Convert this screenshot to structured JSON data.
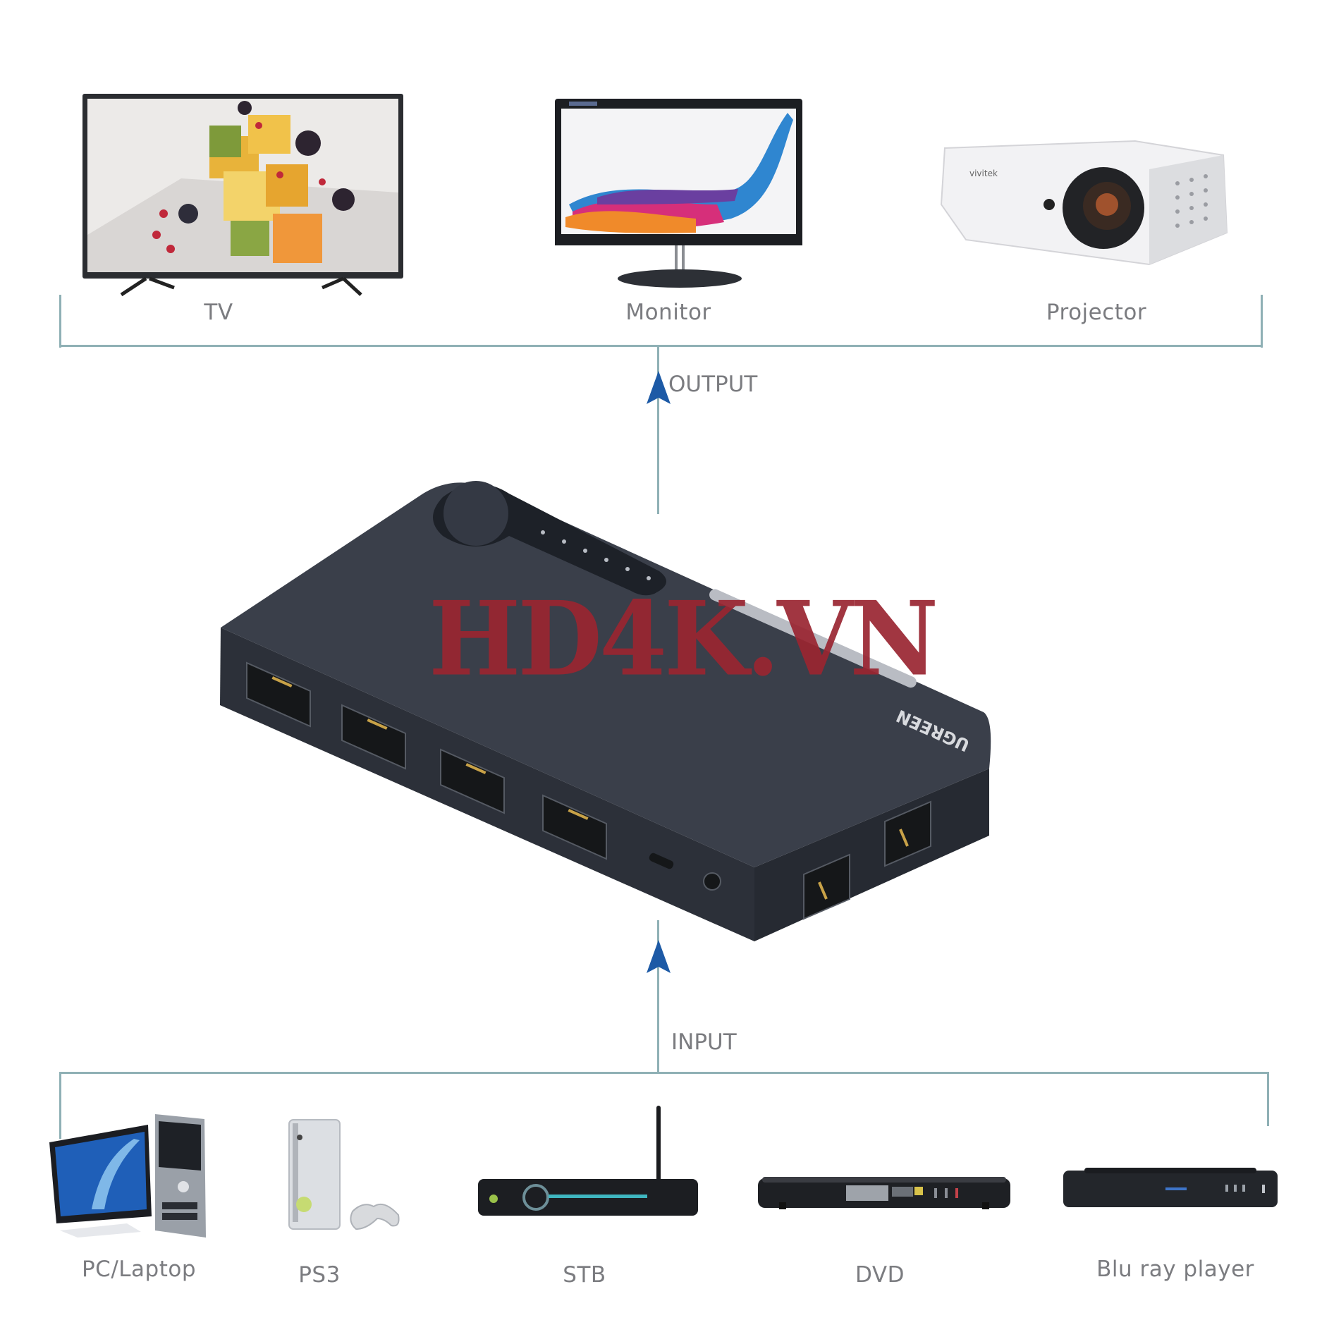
{
  "diagram": {
    "title": "HDMI switch connection diagram",
    "output": {
      "label": "OUTPUT",
      "devices": [
        {
          "id": "tv",
          "label": "TV",
          "icon": "tv-icon"
        },
        {
          "id": "monitor",
          "label": "Monitor",
          "icon": "monitor-icon"
        },
        {
          "id": "projector",
          "label": "Projector",
          "icon": "projector-icon"
        }
      ]
    },
    "hub": {
      "device": "HDMI switch",
      "brand": "UGREEN",
      "input_ports": 5,
      "output_ports": 2,
      "led_count": 6
    },
    "input": {
      "label": "INPUT",
      "devices": [
        {
          "id": "pc",
          "label": "PC/Laptop",
          "icon": "desktop-pc-icon"
        },
        {
          "id": "ps3",
          "label": "PS3",
          "icon": "game-console-icon"
        },
        {
          "id": "stb",
          "label": "STB",
          "icon": "set-top-box-icon"
        },
        {
          "id": "dvd",
          "label": "DVD",
          "icon": "dvd-player-icon"
        },
        {
          "id": "bluray",
          "label": "Blu ray player",
          "icon": "bluray-player-icon"
        }
      ]
    },
    "watermark": "HD4K.VN",
    "colors": {
      "connector_line": "#8fb0b5",
      "arrow": "#1d5aa6",
      "label_text": "#7b7c80",
      "watermark": "#9a2531",
      "switch_body": "#3a3f4a"
    }
  }
}
